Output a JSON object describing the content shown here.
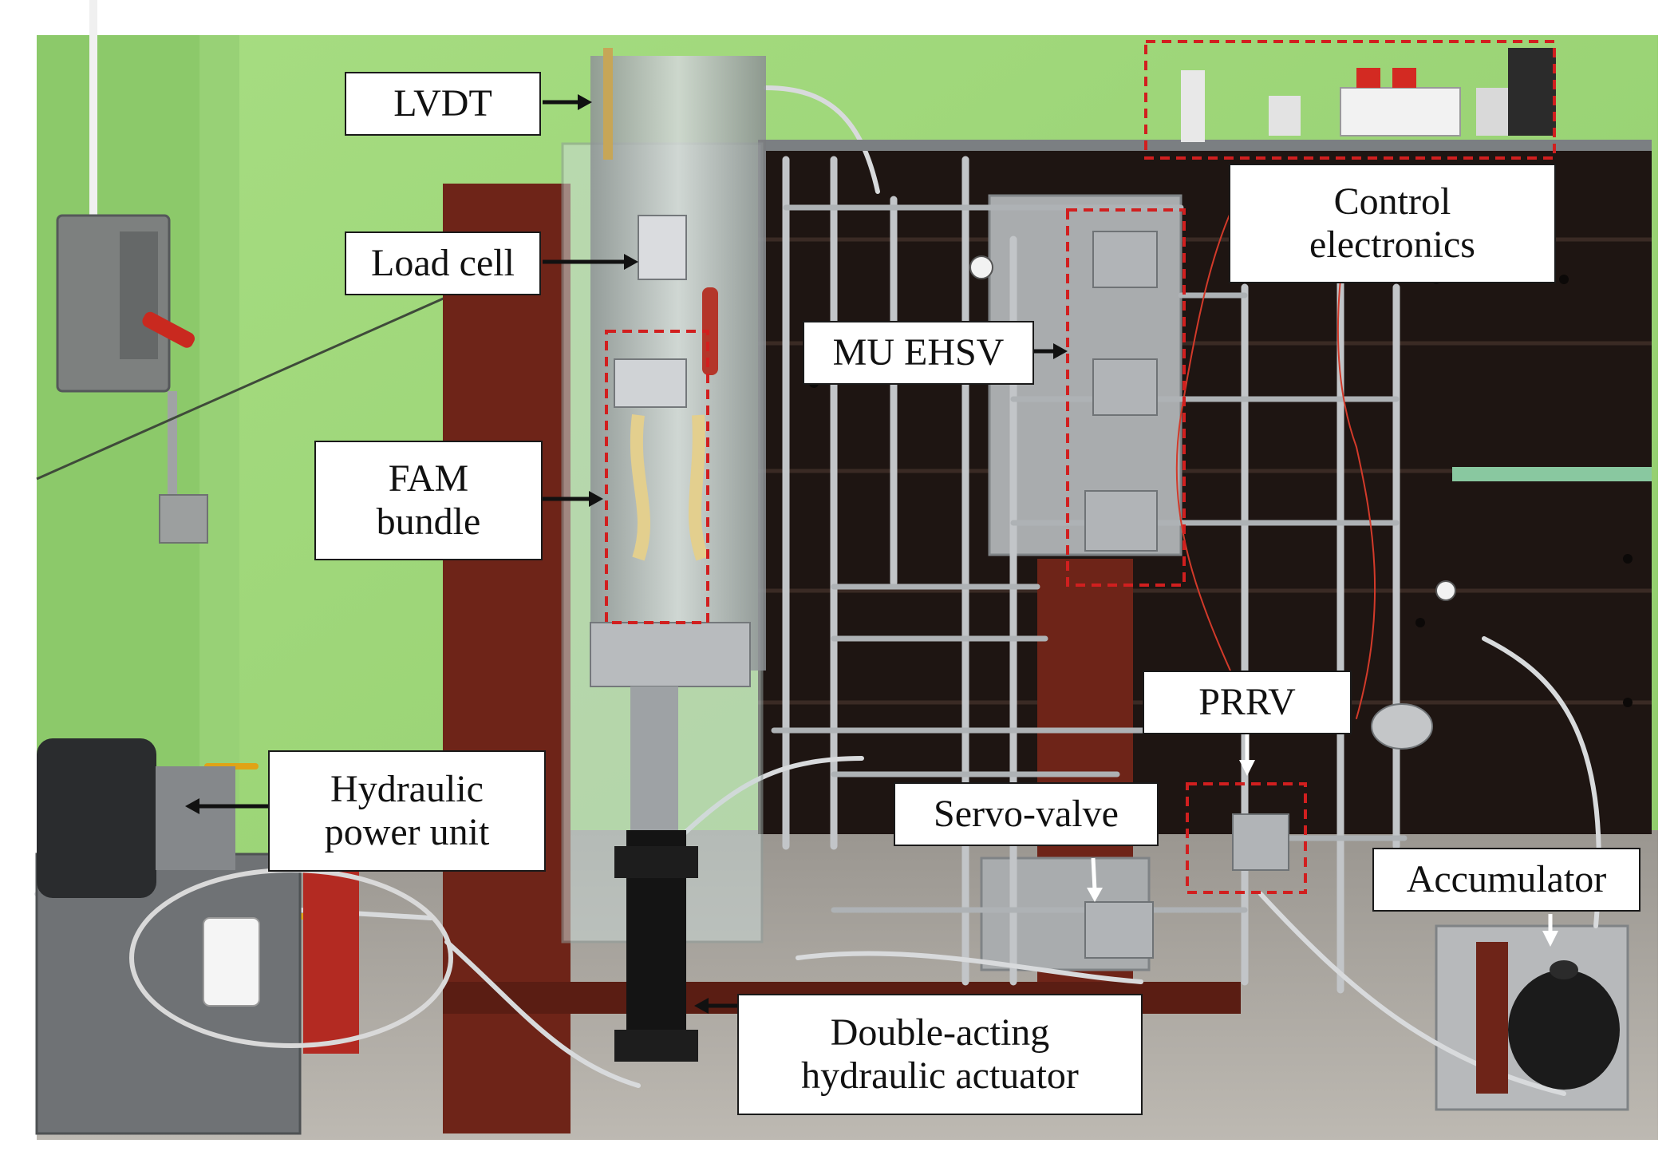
{
  "figure": {
    "labels": {
      "lvdt": "LVDT",
      "load_cell": "Load cell",
      "fam_bundle_line1": "FAM",
      "fam_bundle_line2": "bundle",
      "hpu_line1": "Hydraulic",
      "hpu_line2": "power unit",
      "control_line1": "Control",
      "control_line2": "electronics",
      "mu_ehsv": "MU EHSV",
      "prrv": "PRRV",
      "servo_valve": "Servo-valve",
      "accumulator": "Accumulator",
      "actuator_line1": "Double-acting",
      "actuator_line2": "hydraulic actuator"
    },
    "colors": {
      "wall": "#9bd675",
      "wall_shadow": "#7fbf5e",
      "panel": "#1e1512",
      "frame": "#6e2418",
      "aluminium": "#b9bcbf",
      "highlight_box": "#d11f1f",
      "label_border": "#1a1a1a"
    }
  }
}
